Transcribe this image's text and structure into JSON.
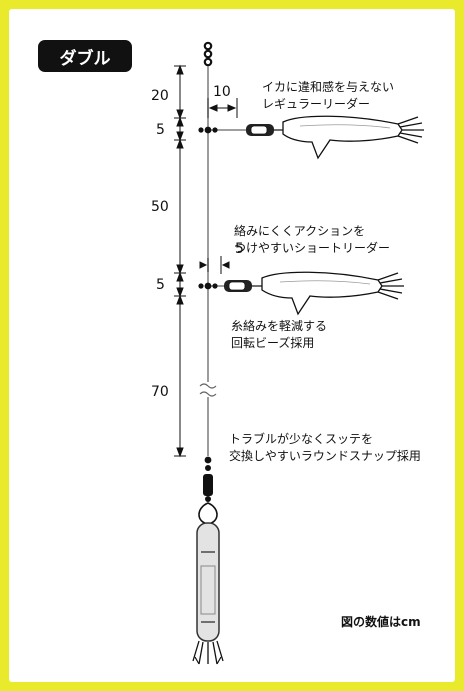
{
  "title": "ダブル",
  "dimensions": {
    "top_gap": "20",
    "upper_branch_length": "10",
    "upper_drop": "5",
    "middle_gap": "50",
    "lower_branch_length": "5",
    "lower_drop": "5",
    "bottom_gap": "70"
  },
  "annotations": {
    "upper_leader_line1": "イカに違和感を与えない",
    "upper_leader_line2": "レギュラーリーダー",
    "lower_leader_line1": "絡みにくくアクションを",
    "lower_leader_line2": "つけやすいショートリーダー",
    "bead_line1": "糸絡みを軽減する",
    "bead_line2": "回転ビーズ採用",
    "snap_line1": "トラブルが少なくスッテを",
    "snap_line2": "交換しやすいラウンドスナップ採用"
  },
  "unit_note": "図の数値はcm",
  "colors": {
    "frame": "#e9ea2c",
    "ink": "#111111",
    "line": "#555555"
  }
}
